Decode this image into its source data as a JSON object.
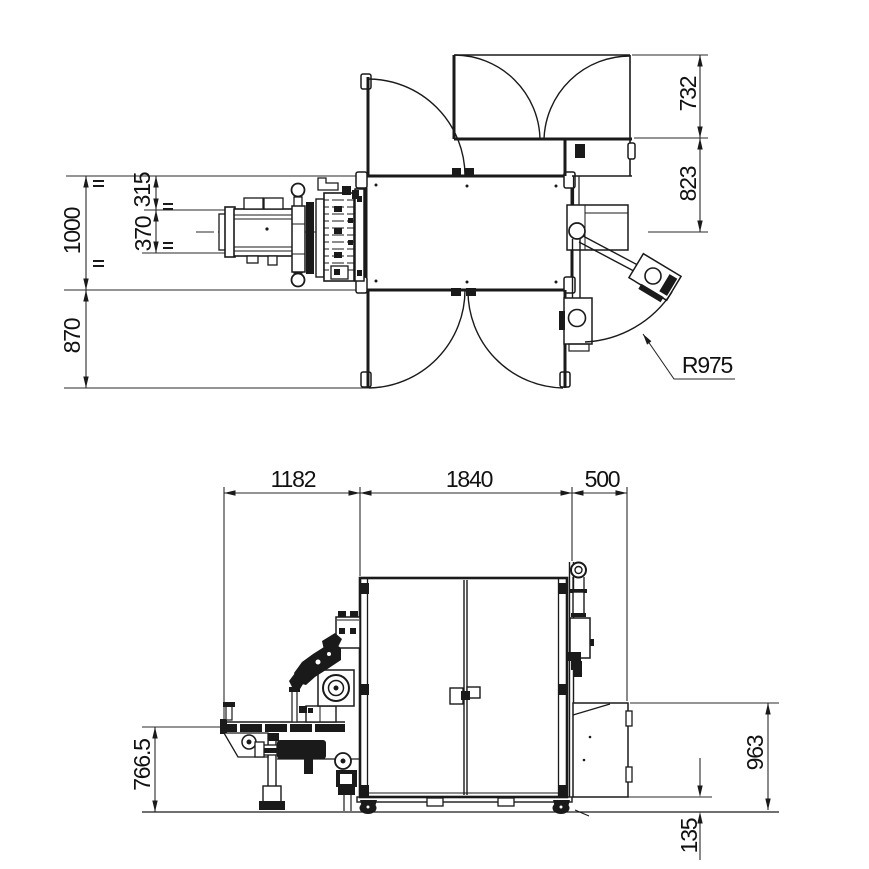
{
  "colors": {
    "background": "#ffffff",
    "line": "#1a1a1a",
    "dimension": "#2a2a2a",
    "text": "#111111"
  },
  "top_view": {
    "dims": {
      "lid_open_depth": "732",
      "rear_to_axis": "823",
      "cabinet_depth": "1000",
      "head_width": "370",
      "motor_width": "315",
      "door_open_depth": "870",
      "arm_swing_radius": "R975"
    }
  },
  "front_view": {
    "dims": {
      "left_overhang": "1182",
      "cabinet_width": "1840",
      "right_arm_offset": "500",
      "table_height": "766.5",
      "unit_top_height": "963",
      "floor_clearance": "135"
    }
  }
}
